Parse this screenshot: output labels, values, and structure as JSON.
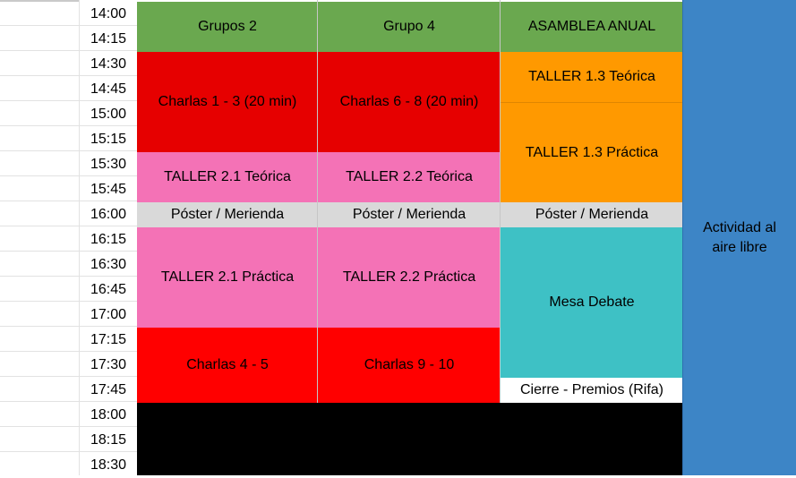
{
  "times": [
    "14:00",
    "14:15",
    "14:30",
    "14:45",
    "15:00",
    "15:15",
    "15:30",
    "15:45",
    "16:00",
    "16:15",
    "16:30",
    "16:45",
    "17:00",
    "17:15",
    "17:30",
    "17:45",
    "18:00",
    "18:15",
    "18:30"
  ],
  "headers": {
    "col1": "Grupos 2",
    "col2": "Grupo 4",
    "col3": "ASAMBLEA ANUAL"
  },
  "blocks": {
    "charlas_1_3": "Charlas 1 - 3 (20 min)",
    "charlas_6_8": "Charlas 6 - 8 (20 min)",
    "taller_13_teorica": "TALLER 1.3 Teórica",
    "taller_13_practica": "TALLER 1.3 Práctica",
    "taller_21_teorica": "TALLER 2.1 Teórica",
    "taller_22_teorica": "TALLER 2.2 Teórica",
    "poster_1": "Póster / Merienda",
    "poster_2": "Póster / Merienda",
    "poster_3": "Póster / Merienda",
    "taller_21_practica": "TALLER 2.1 Práctica",
    "taller_22_practica": "TALLER 2.2 Práctica",
    "mesa_debate": "Mesa Debate",
    "charlas_4_5": "Charlas 4 - 5",
    "charlas_9_10": "Charlas 9 - 10",
    "cierre": "Cierre - Premios (Rifa)",
    "actividad": "Actividad al aire libre"
  },
  "colors": {
    "header_green": "#6aa84f",
    "red": "#e60000",
    "bright_red": "#ff0000",
    "pink": "#f472b6",
    "orange": "#ff9900",
    "gray": "#d9d9d9",
    "teal": "#3ec1c5",
    "blue": "#3d85c6",
    "black": "#000000",
    "white": "#ffffff"
  }
}
